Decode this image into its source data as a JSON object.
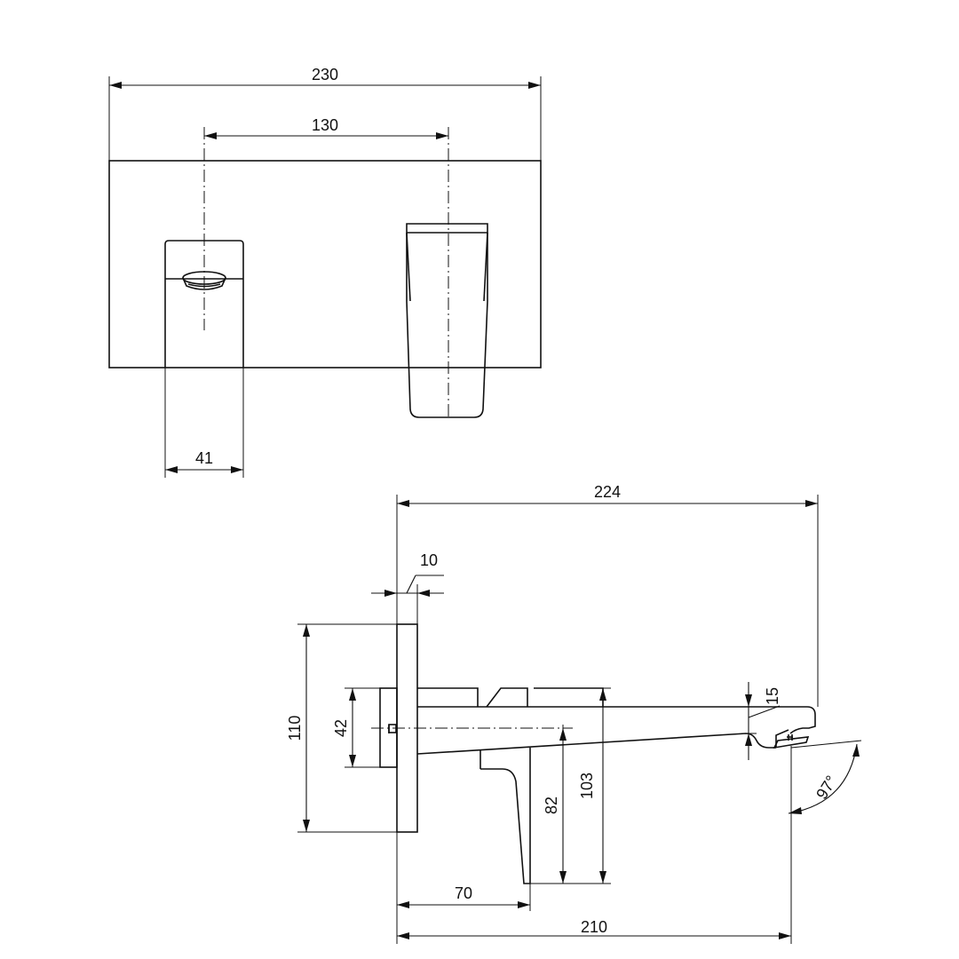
{
  "front_view": {
    "overall_width": "230",
    "center_distance": "130",
    "handle_width": "41"
  },
  "side_view": {
    "overall_depth": "224",
    "plate_thickness": "10",
    "plate_height": "110",
    "body_height": "42",
    "spout_height": "15",
    "lever_height": "82",
    "handle_total_height": "103",
    "handle_offset": "70",
    "spout_reach": "210",
    "spout_angle": "97°"
  }
}
